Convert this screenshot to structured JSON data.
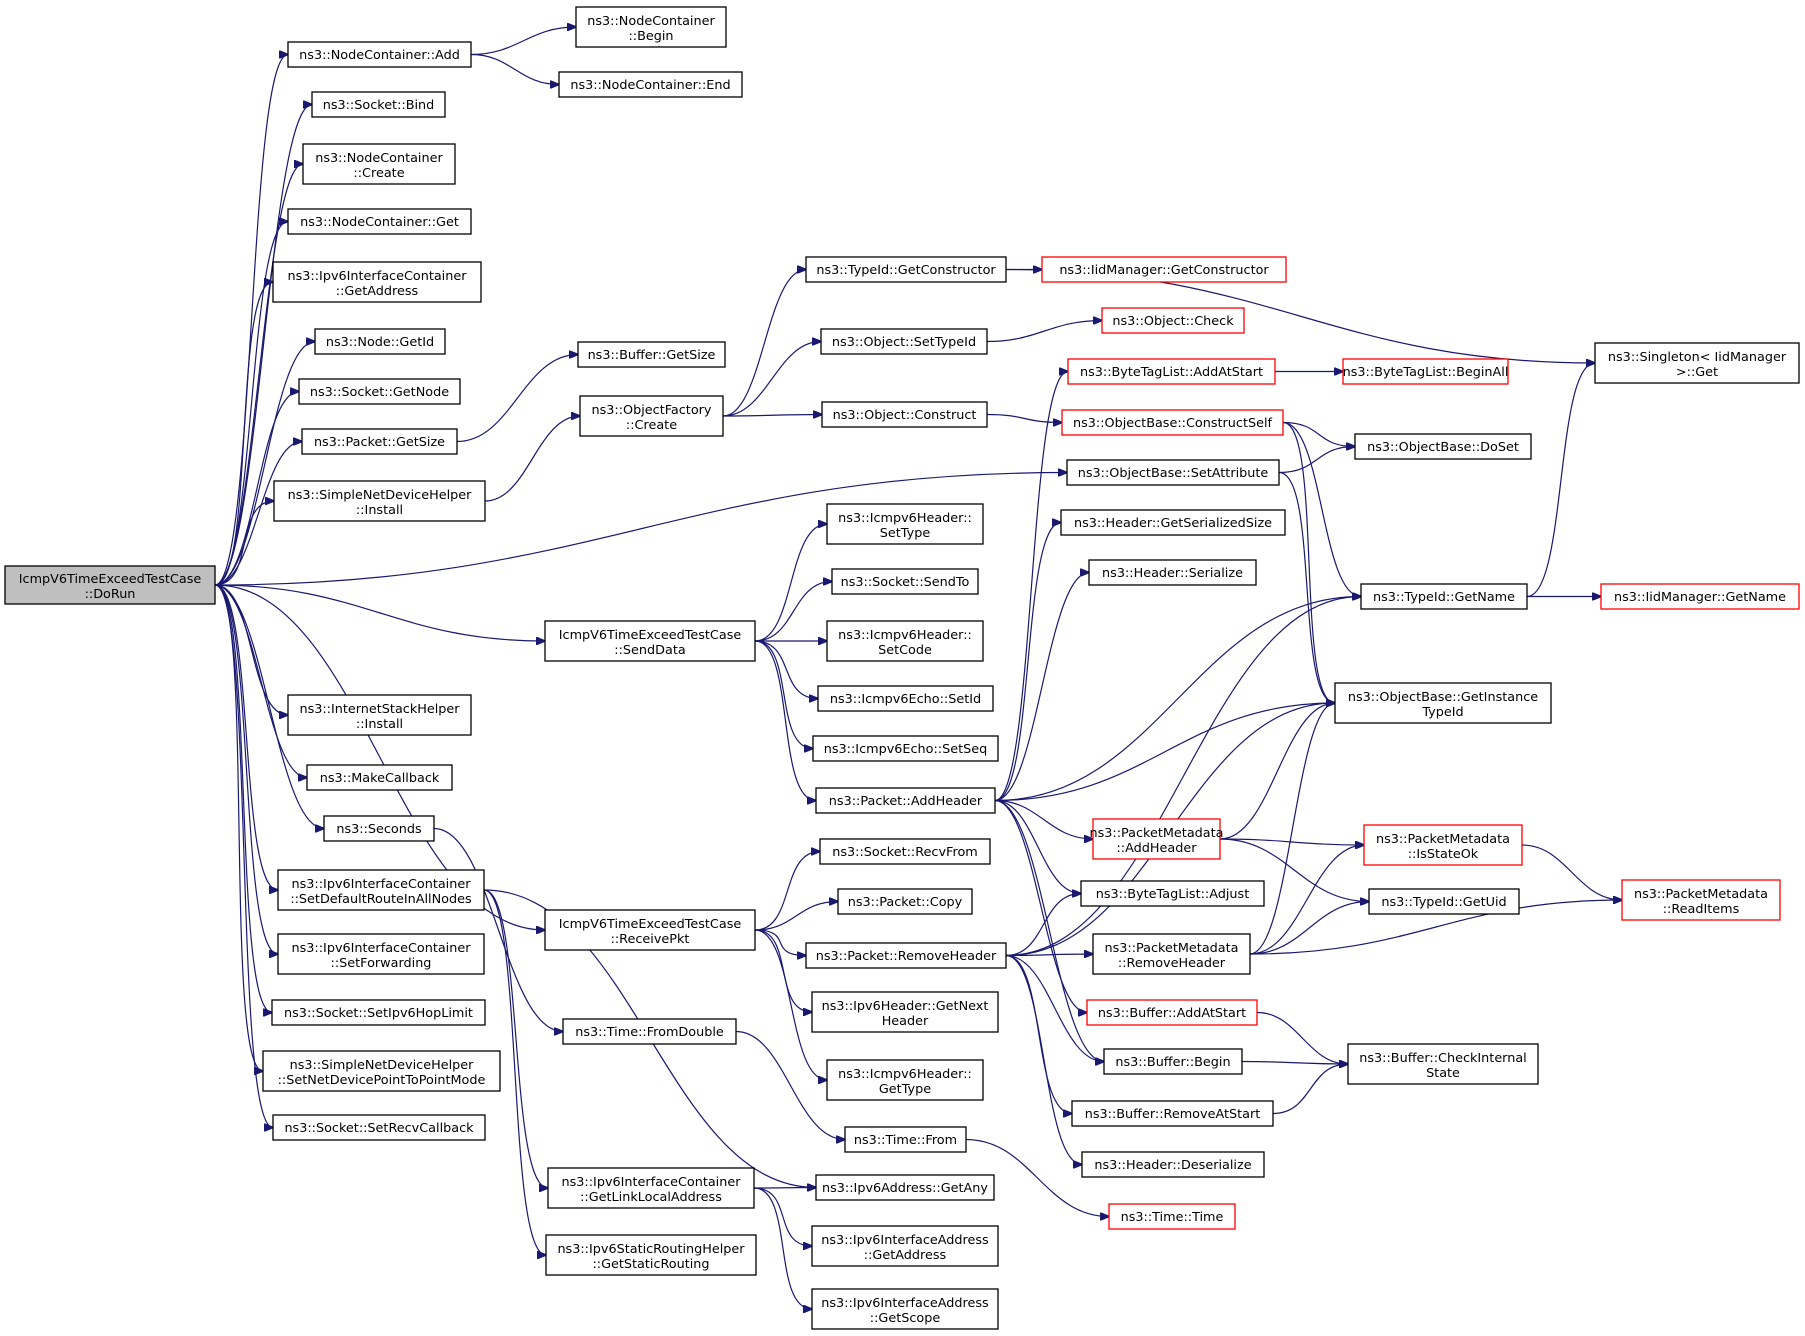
{
  "diagram": {
    "title": "",
    "colors": {
      "edge": "#191970",
      "border": "#000000",
      "incomplete_border": "#ff0000",
      "root_fill": "#bfbfbf",
      "node_fill": "#ffffff"
    },
    "nodes": [
      {
        "id": "dorun",
        "lines": [
          "IcmpV6TimeExceedTestCase",
          "::DoRun"
        ],
        "style": "root"
      },
      {
        "id": "nc_add",
        "lines": [
          "ns3::NodeContainer::Add"
        ],
        "style": "normal"
      },
      {
        "id": "nc_begin",
        "lines": [
          "ns3::NodeContainer",
          "::Begin"
        ],
        "style": "normal"
      },
      {
        "id": "nc_end",
        "lines": [
          "ns3::NodeContainer::End"
        ],
        "style": "normal"
      },
      {
        "id": "sock_bind",
        "lines": [
          "ns3::Socket::Bind"
        ],
        "style": "normal"
      },
      {
        "id": "nc_create",
        "lines": [
          "ns3::NodeContainer",
          "::Create"
        ],
        "style": "normal"
      },
      {
        "id": "nc_get",
        "lines": [
          "ns3::NodeContainer::Get"
        ],
        "style": "normal"
      },
      {
        "id": "ipv6ic_getaddr",
        "lines": [
          "ns3::Ipv6InterfaceContainer",
          "::GetAddress"
        ],
        "style": "normal"
      },
      {
        "id": "node_getid",
        "lines": [
          "ns3::Node::GetId"
        ],
        "style": "normal"
      },
      {
        "id": "sock_getnode",
        "lines": [
          "ns3::Socket::GetNode"
        ],
        "style": "normal"
      },
      {
        "id": "pkt_getsize",
        "lines": [
          "ns3::Packet::GetSize"
        ],
        "style": "normal"
      },
      {
        "id": "buf_getsize",
        "lines": [
          "ns3::Buffer::GetSize"
        ],
        "style": "normal"
      },
      {
        "id": "sndh_install",
        "lines": [
          "ns3::SimpleNetDeviceHelper",
          "::Install"
        ],
        "style": "normal"
      },
      {
        "id": "of_create",
        "lines": [
          "ns3::ObjectFactory",
          "::Create"
        ],
        "style": "normal"
      },
      {
        "id": "tid_getctor",
        "lines": [
          "ns3::TypeId::GetConstructor"
        ],
        "style": "normal"
      },
      {
        "id": "iid_getctor",
        "lines": [
          "ns3::IidManager::GetConstructor"
        ],
        "style": "red"
      },
      {
        "id": "obj_settypeid",
        "lines": [
          "ns3::Object::SetTypeId"
        ],
        "style": "normal"
      },
      {
        "id": "obj_check",
        "lines": [
          "ns3::Object::Check"
        ],
        "style": "red"
      },
      {
        "id": "obj_construct",
        "lines": [
          "ns3::Object::Construct"
        ],
        "style": "normal"
      },
      {
        "id": "btl_addatstart",
        "lines": [
          "ns3::ByteTagList::AddAtStart"
        ],
        "style": "red"
      },
      {
        "id": "btl_beginall",
        "lines": [
          "ns3::ByteTagList::BeginAll"
        ],
        "style": "red"
      },
      {
        "id": "ob_constructself",
        "lines": [
          "ns3::ObjectBase::ConstructSelf"
        ],
        "style": "red"
      },
      {
        "id": "singleton_get",
        "lines": [
          "ns3::Singleton< IidManager",
          ">::Get"
        ],
        "style": "normal"
      },
      {
        "id": "ob_doset",
        "lines": [
          "ns3::ObjectBase::DoSet"
        ],
        "style": "normal"
      },
      {
        "id": "ob_setattr",
        "lines": [
          "ns3::ObjectBase::SetAttribute"
        ],
        "style": "normal"
      },
      {
        "id": "icmp_settype",
        "lines": [
          "ns3::Icmpv6Header::",
          "SetType"
        ],
        "style": "normal"
      },
      {
        "id": "hdr_getsersize",
        "lines": [
          "ns3::Header::GetSerializedSize"
        ],
        "style": "normal"
      },
      {
        "id": "hdr_serialize",
        "lines": [
          "ns3::Header::Serialize"
        ],
        "style": "normal"
      },
      {
        "id": "sock_sendto",
        "lines": [
          "ns3::Socket::SendTo"
        ],
        "style": "normal"
      },
      {
        "id": "tc_senddata",
        "lines": [
          "IcmpV6TimeExceedTestCase",
          "::SendData"
        ],
        "style": "normal"
      },
      {
        "id": "icmp_setcode",
        "lines": [
          "ns3::Icmpv6Header::",
          "SetCode"
        ],
        "style": "normal"
      },
      {
        "id": "tid_getname",
        "lines": [
          "ns3::TypeId::GetName"
        ],
        "style": "normal"
      },
      {
        "id": "iid_getname",
        "lines": [
          "ns3::IidManager::GetName"
        ],
        "style": "red"
      },
      {
        "id": "ish_install",
        "lines": [
          "ns3::InternetStackHelper",
          "::Install"
        ],
        "style": "normal"
      },
      {
        "id": "echo_setid",
        "lines": [
          "ns3::Icmpv6Echo::SetId"
        ],
        "style": "normal"
      },
      {
        "id": "ob_getinsttid",
        "lines": [
          "ns3::ObjectBase::GetInstance",
          "TypeId"
        ],
        "style": "normal"
      },
      {
        "id": "echo_setseq",
        "lines": [
          "ns3::Icmpv6Echo::SetSeq"
        ],
        "style": "normal"
      },
      {
        "id": "makecallback",
        "lines": [
          "ns3::MakeCallback"
        ],
        "style": "normal"
      },
      {
        "id": "pkt_addheader",
        "lines": [
          "ns3::Packet::AddHeader"
        ],
        "style": "normal"
      },
      {
        "id": "seconds",
        "lines": [
          "ns3::Seconds"
        ],
        "style": "normal"
      },
      {
        "id": "pm_addheader",
        "lines": [
          "ns3::PacketMetadata",
          "::AddHeader"
        ],
        "style": "red"
      },
      {
        "id": "pm_isstateok",
        "lines": [
          "ns3::PacketMetadata",
          "::IsStateOk"
        ],
        "style": "red"
      },
      {
        "id": "sock_recvfrom",
        "lines": [
          "ns3::Socket::RecvFrom"
        ],
        "style": "normal"
      },
      {
        "id": "ipv6ic_setdefroute",
        "lines": [
          "ns3::Ipv6InterfaceContainer",
          "::SetDefaultRouteInAllNodes"
        ],
        "style": "normal"
      },
      {
        "id": "btl_adjust",
        "lines": [
          "ns3::ByteTagList::Adjust"
        ],
        "style": "normal"
      },
      {
        "id": "tid_getuid",
        "lines": [
          "ns3::TypeId::GetUid"
        ],
        "style": "normal"
      },
      {
        "id": "pm_readitems",
        "lines": [
          "ns3::PacketMetadata",
          "::ReadItems"
        ],
        "style": "red"
      },
      {
        "id": "pkt_copy",
        "lines": [
          "ns3::Packet::Copy"
        ],
        "style": "normal"
      },
      {
        "id": "tc_receivepkt",
        "lines": [
          "IcmpV6TimeExceedTestCase",
          "::ReceivePkt"
        ],
        "style": "normal"
      },
      {
        "id": "pkt_removeheader",
        "lines": [
          "ns3::Packet::RemoveHeader"
        ],
        "style": "normal"
      },
      {
        "id": "pm_removeheader",
        "lines": [
          "ns3::PacketMetadata",
          "::RemoveHeader"
        ],
        "style": "normal"
      },
      {
        "id": "ipv6ic_setfwd",
        "lines": [
          "ns3::Ipv6InterfaceContainer",
          "::SetForwarding"
        ],
        "style": "normal"
      },
      {
        "id": "ipv6h_getnext",
        "lines": [
          "ns3::Ipv6Header::GetNext",
          "Header"
        ],
        "style": "normal"
      },
      {
        "id": "sock_sethoplimit",
        "lines": [
          "ns3::Socket::SetIpv6HopLimit"
        ],
        "style": "normal"
      },
      {
        "id": "buf_addatstart",
        "lines": [
          "ns3::Buffer::AddAtStart"
        ],
        "style": "red"
      },
      {
        "id": "time_fromdouble",
        "lines": [
          "ns3::Time::FromDouble"
        ],
        "style": "normal"
      },
      {
        "id": "buf_begin",
        "lines": [
          "ns3::Buffer::Begin"
        ],
        "style": "normal"
      },
      {
        "id": "buf_checkinternal",
        "lines": [
          "ns3::Buffer::CheckInternal",
          "State"
        ],
        "style": "normal"
      },
      {
        "id": "sndh_setp2p",
        "lines": [
          "ns3::SimpleNetDeviceHelper",
          "::SetNetDevicePointToPointMode"
        ],
        "style": "normal"
      },
      {
        "id": "icmp_gettype",
        "lines": [
          "ns3::Icmpv6Header::",
          "GetType"
        ],
        "style": "normal"
      },
      {
        "id": "buf_removeatstart",
        "lines": [
          "ns3::Buffer::RemoveAtStart"
        ],
        "style": "normal"
      },
      {
        "id": "sock_setrecvcb",
        "lines": [
          "ns3::Socket::SetRecvCallback"
        ],
        "style": "normal"
      },
      {
        "id": "time_from",
        "lines": [
          "ns3::Time::From"
        ],
        "style": "normal"
      },
      {
        "id": "hdr_deserialize",
        "lines": [
          "ns3::Header::Deserialize"
        ],
        "style": "normal"
      },
      {
        "id": "ipv6ic_getlladdr",
        "lines": [
          "ns3::Ipv6InterfaceContainer",
          "::GetLinkLocalAddress"
        ],
        "style": "normal"
      },
      {
        "id": "ipv6addr_getany",
        "lines": [
          "ns3::Ipv6Address::GetAny"
        ],
        "style": "normal"
      },
      {
        "id": "time_time",
        "lines": [
          "ns3::Time::Time"
        ],
        "style": "red"
      },
      {
        "id": "ipv6ia_getaddr",
        "lines": [
          "ns3::Ipv6InterfaceAddress",
          "::GetAddress"
        ],
        "style": "normal"
      },
      {
        "id": "ipv6srh_getsr",
        "lines": [
          "ns3::Ipv6StaticRoutingHelper",
          "::GetStaticRouting"
        ],
        "style": "normal"
      },
      {
        "id": "ipv6ia_getscope",
        "lines": [
          "ns3::Ipv6InterfaceAddress",
          "::GetScope"
        ],
        "style": "normal"
      }
    ],
    "edges": [
      [
        "dorun",
        "nc_add"
      ],
      [
        "dorun",
        "sock_bind"
      ],
      [
        "dorun",
        "nc_create"
      ],
      [
        "dorun",
        "nc_get"
      ],
      [
        "dorun",
        "ipv6ic_getaddr"
      ],
      [
        "dorun",
        "node_getid"
      ],
      [
        "dorun",
        "sock_getnode"
      ],
      [
        "dorun",
        "pkt_getsize"
      ],
      [
        "dorun",
        "sndh_install"
      ],
      [
        "dorun",
        "ob_setattr"
      ],
      [
        "dorun",
        "tc_senddata"
      ],
      [
        "dorun",
        "tc_receivepkt"
      ],
      [
        "dorun",
        "ish_install"
      ],
      [
        "dorun",
        "makecallback"
      ],
      [
        "dorun",
        "seconds"
      ],
      [
        "dorun",
        "ipv6ic_setdefroute"
      ],
      [
        "dorun",
        "ipv6ic_setfwd"
      ],
      [
        "dorun",
        "sock_sethoplimit"
      ],
      [
        "dorun",
        "sndh_setp2p"
      ],
      [
        "dorun",
        "sock_setrecvcb"
      ],
      [
        "nc_add",
        "nc_begin"
      ],
      [
        "nc_add",
        "nc_end"
      ],
      [
        "pkt_getsize",
        "buf_getsize"
      ],
      [
        "sndh_install",
        "of_create"
      ],
      [
        "of_create",
        "tid_getctor"
      ],
      [
        "of_create",
        "obj_settypeid"
      ],
      [
        "of_create",
        "obj_construct"
      ],
      [
        "tid_getctor",
        "iid_getctor"
      ],
      [
        "tid_getctor",
        "singleton_get"
      ],
      [
        "obj_settypeid",
        "obj_check"
      ],
      [
        "obj_construct",
        "ob_constructself"
      ],
      [
        "btl_addatstart",
        "btl_beginall"
      ],
      [
        "ob_constructself",
        "ob_doset"
      ],
      [
        "ob_constructself",
        "tid_getname"
      ],
      [
        "ob_constructself",
        "ob_getinsttid"
      ],
      [
        "ob_setattr",
        "ob_doset"
      ],
      [
        "ob_setattr",
        "ob_getinsttid"
      ],
      [
        "tid_getname",
        "singleton_get"
      ],
      [
        "tid_getname",
        "iid_getname"
      ],
      [
        "tc_senddata",
        "icmp_settype"
      ],
      [
        "tc_senddata",
        "sock_sendto"
      ],
      [
        "tc_senddata",
        "icmp_setcode"
      ],
      [
        "tc_senddata",
        "echo_setid"
      ],
      [
        "tc_senddata",
        "echo_setseq"
      ],
      [
        "tc_senddata",
        "pkt_addheader"
      ],
      [
        "pkt_addheader",
        "btl_addatstart"
      ],
      [
        "pkt_addheader",
        "hdr_getsersize"
      ],
      [
        "pkt_addheader",
        "hdr_serialize"
      ],
      [
        "pkt_addheader",
        "tid_getname"
      ],
      [
        "pkt_addheader",
        "ob_getinsttid"
      ],
      [
        "pkt_addheader",
        "pm_addheader"
      ],
      [
        "pkt_addheader",
        "btl_adjust"
      ],
      [
        "pkt_addheader",
        "buf_addatstart"
      ],
      [
        "pkt_addheader",
        "buf_begin"
      ],
      [
        "pm_addheader",
        "pm_isstateok"
      ],
      [
        "pm_addheader",
        "tid_getuid"
      ],
      [
        "pm_addheader",
        "ob_getinsttid"
      ],
      [
        "pm_isstateok",
        "pm_readitems"
      ],
      [
        "tc_receivepkt",
        "sock_recvfrom"
      ],
      [
        "tc_receivepkt",
        "pkt_copy"
      ],
      [
        "tc_receivepkt",
        "pkt_removeheader"
      ],
      [
        "tc_receivepkt",
        "ipv6h_getnext"
      ],
      [
        "tc_receivepkt",
        "icmp_gettype"
      ],
      [
        "pkt_removeheader",
        "btl_adjust"
      ],
      [
        "pkt_removeheader",
        "pm_removeheader"
      ],
      [
        "pkt_removeheader",
        "tid_getname"
      ],
      [
        "pkt_removeheader",
        "ob_getinsttid"
      ],
      [
        "pkt_removeheader",
        "buf_begin"
      ],
      [
        "pkt_removeheader",
        "buf_removeatstart"
      ],
      [
        "pkt_removeheader",
        "hdr_deserialize"
      ],
      [
        "pm_removeheader",
        "pm_isstateok"
      ],
      [
        "pm_removeheader",
        "tid_getuid"
      ],
      [
        "pm_removeheader",
        "pm_readitems"
      ],
      [
        "pm_removeheader",
        "ob_getinsttid"
      ],
      [
        "buf_addatstart",
        "buf_checkinternal"
      ],
      [
        "buf_begin",
        "buf_checkinternal"
      ],
      [
        "buf_removeatstart",
        "buf_checkinternal"
      ],
      [
        "seconds",
        "time_fromdouble"
      ],
      [
        "time_fromdouble",
        "time_from"
      ],
      [
        "time_from",
        "time_time"
      ],
      [
        "ipv6ic_setdefroute",
        "ipv6ic_getlladdr"
      ],
      [
        "ipv6ic_setdefroute",
        "ipv6addr_getany"
      ],
      [
        "ipv6ic_setdefroute",
        "ipv6srh_getsr"
      ],
      [
        "ipv6ic_getlladdr",
        "ipv6addr_getany"
      ],
      [
        "ipv6ic_getlladdr",
        "ipv6ia_getaddr"
      ],
      [
        "ipv6ic_getlladdr",
        "ipv6ia_getscope"
      ]
    ]
  }
}
